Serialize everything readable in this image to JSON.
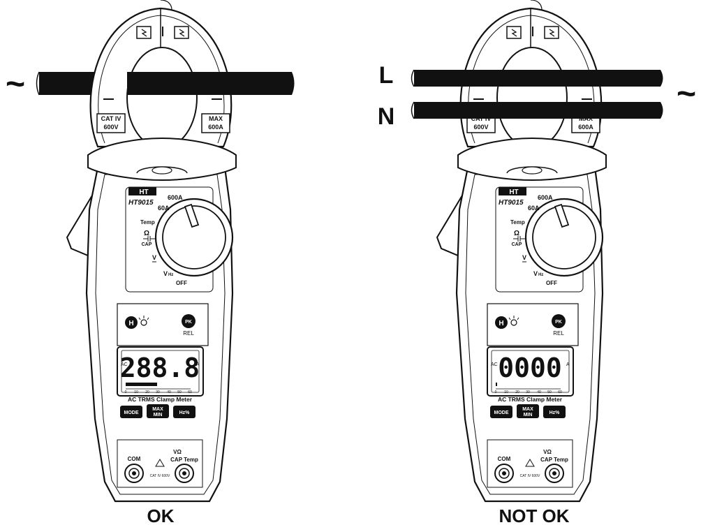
{
  "symbols": {
    "ac": "~",
    "live": "L",
    "neutral": "N"
  },
  "meter": {
    "model": "HT9015",
    "brand": "HT",
    "range_600a": "600A",
    "range_60a": "60A",
    "dial_temp": "Temp",
    "dial_ohm": "Ω",
    "dial_cap": "CAP",
    "dial_vdc": "V",
    "dial_vhz": "V",
    "dial_vhz_sub": "Hz",
    "dial_off": "OFF",
    "cat_line1": "CAT IV",
    "cat_line2": "600V",
    "max_line1": "MAX",
    "max_line2": "600A",
    "hold_key": "H",
    "pk_key": "PK",
    "rel_label": "REL",
    "lcd_ac": "AC",
    "lcd_unit": "A",
    "bar_ticks": [
      "0",
      "10",
      "20",
      "30",
      "40",
      "50",
      "60"
    ],
    "product_label": "AC TRMS Clamp Meter",
    "mode_button": "MODE",
    "maxmin_line1": "MAX",
    "maxmin_line2": "MIN",
    "hz_button": "Hz%",
    "com_label": "COM",
    "vcap_line1": "VΩ",
    "vcap_line2": "CAP Temp",
    "cat_small": "CAT IV 600V"
  },
  "panels": [
    {
      "caption": "OK",
      "lcd_value": "288.8"
    },
    {
      "caption": "NOT OK",
      "lcd_value": "0000"
    }
  ]
}
